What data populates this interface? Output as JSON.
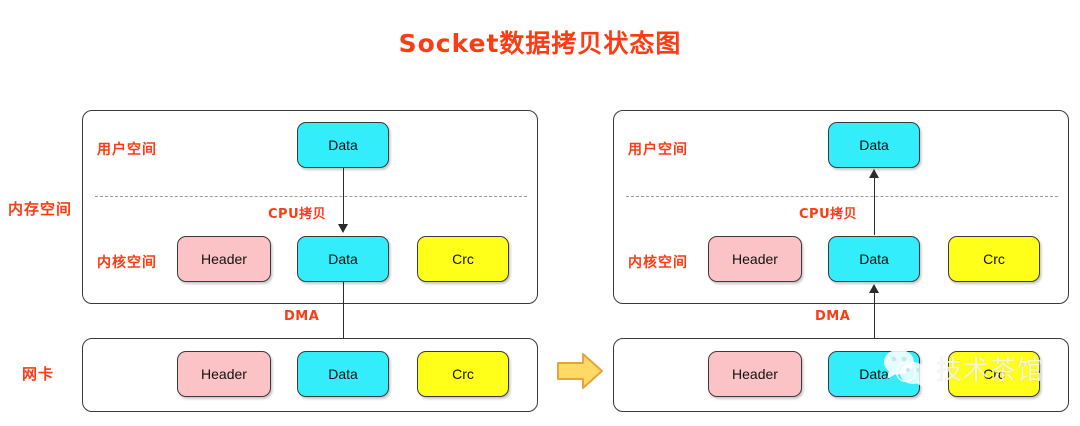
{
  "title": "Socket数据拷贝状态图",
  "colors": {
    "title": "#fc3c14",
    "label_red": "#fc3c14",
    "data_cyan": "#33eefa",
    "header_pink": "#fcc3c6",
    "crc_yellow": "#ffff1a",
    "border": "#3a3a3a",
    "divider": "#9a9a9a",
    "big_arrow": "#ffd966",
    "big_arrow_border": "#e8a33d"
  },
  "side_labels": {
    "memory": "内存空间",
    "nic": "网卡"
  },
  "left_panel": {
    "name": "send-side",
    "memory": {
      "user_space_label": "用户空间",
      "kernel_space_label": "内核空间",
      "user_blocks": [
        {
          "label": "Data",
          "color": "cyan"
        }
      ],
      "kernel_blocks": [
        {
          "label": "Header",
          "color": "pink"
        },
        {
          "label": "Data",
          "color": "cyan"
        },
        {
          "label": "Crc",
          "color": "yellow"
        }
      ]
    },
    "nic": {
      "blocks": [
        {
          "label": "Header",
          "color": "pink"
        },
        {
          "label": "Data",
          "color": "cyan"
        },
        {
          "label": "Crc",
          "color": "yellow"
        }
      ]
    },
    "arrows": [
      {
        "label": "CPU拷贝",
        "direction": "down"
      },
      {
        "label": "DMA",
        "direction": "down"
      }
    ]
  },
  "right_panel": {
    "name": "receive-side",
    "memory": {
      "user_space_label": "用户空间",
      "kernel_space_label": "内核空间",
      "user_blocks": [
        {
          "label": "Data",
          "color": "cyan"
        }
      ],
      "kernel_blocks": [
        {
          "label": "Header",
          "color": "pink"
        },
        {
          "label": "Data",
          "color": "cyan"
        },
        {
          "label": "Crc",
          "color": "yellow"
        }
      ]
    },
    "nic": {
      "blocks": [
        {
          "label": "Header",
          "color": "pink"
        },
        {
          "label": "Data",
          "color": "cyan"
        },
        {
          "label": "Crc",
          "color": "yellow"
        }
      ]
    },
    "arrows": [
      {
        "label": "CPU拷贝",
        "direction": "up"
      },
      {
        "label": "DMA",
        "direction": "up"
      }
    ]
  },
  "transition_arrow": {
    "icon": "right-block-arrow"
  },
  "watermark": {
    "text": "技术茶馆",
    "icon": "wechat-icon"
  }
}
